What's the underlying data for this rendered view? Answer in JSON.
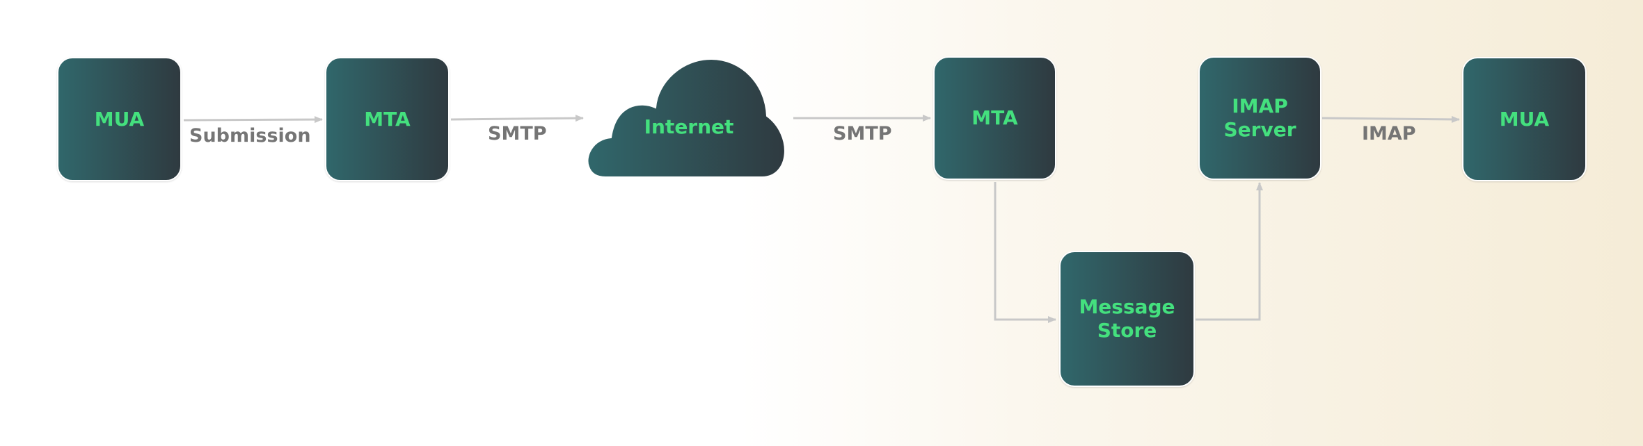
{
  "diagram": {
    "nodes": {
      "mua_sender": "MUA",
      "mta_sender": "MTA",
      "internet": "Internet",
      "mta_receiver": "MTA",
      "imap_server": "IMAP\nServer",
      "mua_receiver": "MUA",
      "message_store": "Message\nStore"
    },
    "edges": {
      "submission": "Submission",
      "smtp_out": "SMTP",
      "smtp_in": "SMTP",
      "imap": "IMAP"
    }
  },
  "colors": {
    "node_fill_start": "#30676b",
    "node_fill_end": "#2f3a40",
    "node_text": "#44e07e",
    "arrow": "#c8c8c8",
    "edge_label": "#757575"
  }
}
